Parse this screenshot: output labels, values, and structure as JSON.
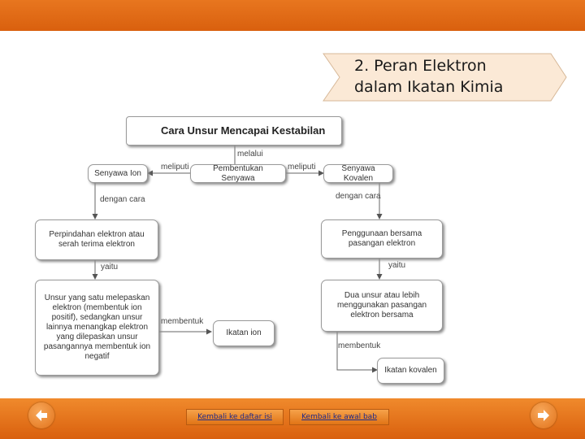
{
  "title": {
    "line1": "2. Peran Elektron",
    "line2": "dalam Ikatan Kimia"
  },
  "diagram": {
    "main": "Cara Unsur Mencapai Kestabilan",
    "melalui": "melalui",
    "center": "Pembentukan Senyawa",
    "meliputi_left": "meliputi",
    "meliputi_right": "meliputi",
    "ion": "Senyawa Ion",
    "kovalen": "Senyawa Kovalen",
    "dengan_cara_left": "dengan cara",
    "dengan_cara_right": "dengan cara",
    "ion_method": "Perpindahan elektron atau serah terima elektron",
    "kov_method": "Penggunaan bersama pasangan elektron",
    "yaitu_left": "yaitu",
    "yaitu_right": "yaitu",
    "ion_desc": "Unsur yang satu melepaskan elektron (membentuk ion positif), sedangkan unsur lainnya menangkap elektron yang dilepaskan unsur pasangannya membentuk ion negatif",
    "kov_desc": "Dua unsur atau lebih menggunakan pasangan elektron bersama",
    "membentuk_left": "membentuk",
    "membentuk_right": "membentuk",
    "ion_result": "Ikatan ion",
    "kov_result": "Ikatan kovalen"
  },
  "footer": {
    "daftar_isi": "Kembali ke daftar isi",
    "awal_bab": "Kembali ke awal bab",
    "prev_icon": "arrow-left-icon",
    "next_icon": "arrow-right-icon"
  },
  "colors": {
    "accent": "#e8761f",
    "banner": "#fbe9d6"
  }
}
